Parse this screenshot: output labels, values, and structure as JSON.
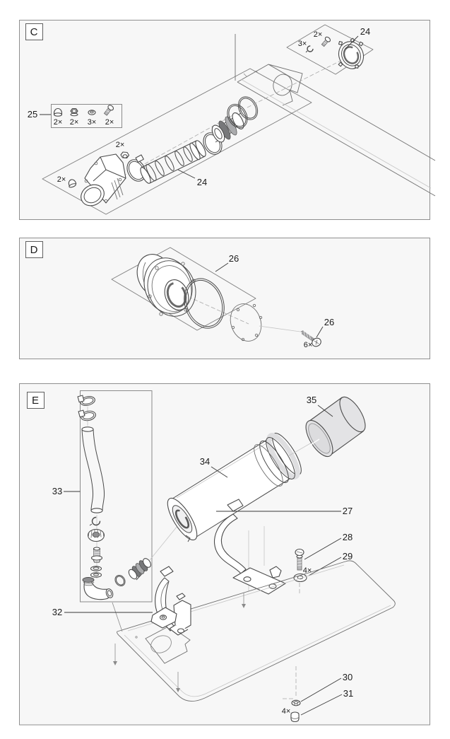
{
  "figure": {
    "type": "exploded-parts-diagram",
    "style": {
      "panel_bg": "#f7f7f7",
      "panel_border": "#8f8f8f",
      "line": "#4a4a4a",
      "shade": "#e3e3e5",
      "text": "#1b1b1b"
    },
    "panels": [
      {
        "label": "C",
        "kit": {
          "ref": "25",
          "items": [
            {
              "name": "cap-nut",
              "qty": "2×"
            },
            {
              "name": "lock-nut",
              "qty": "2×"
            },
            {
              "name": "washer",
              "qty": "3×"
            },
            {
              "name": "bolt",
              "qty": "2×"
            }
          ]
        },
        "callouts": {
          "hose_assembly": "24",
          "ring_kit": "24"
        },
        "quantities": {
          "pump_cap": "2×",
          "pump_nut": "2×",
          "ring_clip": "3×",
          "ring_screw": "2×"
        }
      },
      {
        "label": "D",
        "callouts": {
          "flange_assembly": "26",
          "screws": "26"
        },
        "quantities": {
          "screws": "6×"
        }
      },
      {
        "label": "E",
        "callouts": {
          "strap": "27",
          "strap_screw": "28",
          "strap_washer": "29",
          "foot_washer": "30",
          "rubber_foot": "31",
          "bracket": "32",
          "hose_kit": "33",
          "reactor_body": "34",
          "end_cap": "35"
        },
        "quantities": {
          "strap_screw": "4×",
          "rubber_foot": "4×"
        }
      }
    ]
  }
}
